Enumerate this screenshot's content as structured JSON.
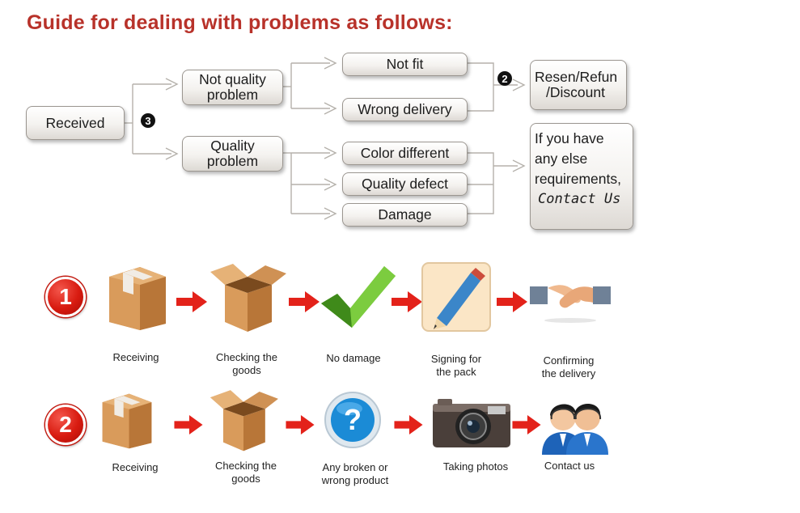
{
  "title": "Guide for dealing with problems as follows:",
  "flowchart": {
    "received": "Received",
    "not_quality": [
      "Not quality",
      "problem"
    ],
    "quality": [
      "Quality",
      "problem"
    ],
    "not_fit": "Not fit",
    "wrong_delivery": "Wrong delivery",
    "color_different": "Color different",
    "quality_defect": "Quality defect",
    "damage": "Damage",
    "resend": [
      "Resen/Refun",
      "/Discount"
    ],
    "if_you_have": [
      "If you have",
      "any else",
      "requirements,"
    ],
    "contact_us": "Contact Us",
    "badge_3": "3",
    "badge_2": "2"
  },
  "process": {
    "row1": {
      "number": "1",
      "steps": [
        {
          "icon": "box-sealed-icon",
          "label": [
            "Receiving"
          ]
        },
        {
          "icon": "box-open-icon",
          "label": [
            "Checking the",
            "goods"
          ]
        },
        {
          "icon": "checkmark-icon",
          "label": [
            "No damage"
          ]
        },
        {
          "icon": "pencil-sign-icon",
          "label": [
            "Signing for",
            "the pack"
          ]
        },
        {
          "icon": "handshake-icon",
          "label": [
            "Confirming",
            "the delivery"
          ]
        }
      ]
    },
    "row2": {
      "number": "2",
      "steps": [
        {
          "icon": "box-sealed-icon",
          "label": [
            "Receiving"
          ]
        },
        {
          "icon": "box-open-icon",
          "label": [
            "Checking the",
            "goods"
          ]
        },
        {
          "icon": "question-icon",
          "label": [
            "Any broken or",
            "wrong product"
          ]
        },
        {
          "icon": "camera-icon",
          "label": [
            "Taking photos"
          ]
        },
        {
          "icon": "support-agents-icon",
          "label": [
            "Contact us"
          ]
        }
      ]
    }
  },
  "colors": {
    "title": "#b8322a",
    "accent_red": "#e3221a",
    "connector": "#b5b1ab"
  }
}
